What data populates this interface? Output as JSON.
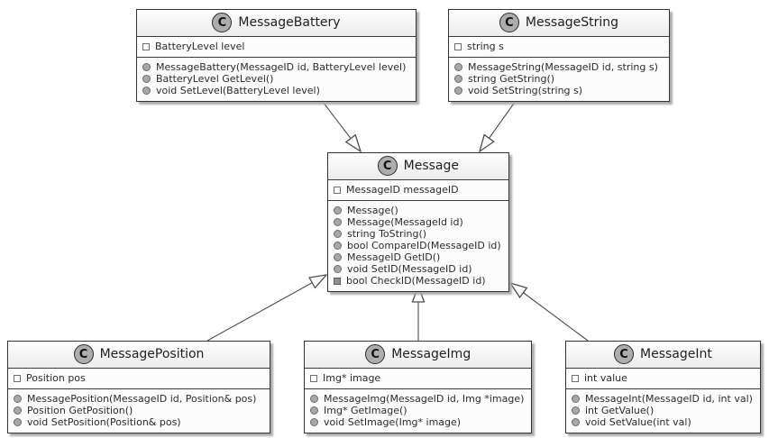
{
  "diagram": {
    "type": "uml-class-diagram",
    "classes": [
      {
        "name": "MessageBattery",
        "badge": "C",
        "fields": [
          {
            "icon": "field-square",
            "text": "BatteryLevel level"
          }
        ],
        "methods": [
          {
            "icon": "public-circle",
            "text": "MessageBattery(MessageID id, BatteryLevel level)"
          },
          {
            "icon": "public-circle",
            "text": "BatteryLevel GetLevel()"
          },
          {
            "icon": "public-circle",
            "text": "void SetLevel(BatteryLevel level)"
          }
        ]
      },
      {
        "name": "MessageString",
        "badge": "C",
        "fields": [
          {
            "icon": "field-square",
            "text": "string s"
          }
        ],
        "methods": [
          {
            "icon": "public-circle",
            "text": "MessageString(MessageID id, string s)"
          },
          {
            "icon": "public-circle",
            "text": "string GetString()"
          },
          {
            "icon": "public-circle",
            "text": "void SetString(string s)"
          }
        ]
      },
      {
        "name": "Message",
        "badge": "C",
        "fields": [
          {
            "icon": "field-square",
            "text": "MessageID messageID"
          }
        ],
        "methods": [
          {
            "icon": "public-circle",
            "text": "Message()"
          },
          {
            "icon": "public-circle",
            "text": "Message(MessageId id)"
          },
          {
            "icon": "public-circle",
            "text": "string ToString()"
          },
          {
            "icon": "public-circle",
            "text": "bool CompareID(MessageID id)"
          },
          {
            "icon": "public-circle",
            "text": "MessageID GetID()"
          },
          {
            "icon": "public-circle",
            "text": "void SetID(MessageID id)"
          },
          {
            "icon": "private-square",
            "text": "bool CheckID(MessageID id)"
          }
        ]
      },
      {
        "name": "MessagePosition",
        "badge": "C",
        "fields": [
          {
            "icon": "field-square",
            "text": "Position pos"
          }
        ],
        "methods": [
          {
            "icon": "public-circle",
            "text": "MessagePosition(MessageID id, Position& pos)"
          },
          {
            "icon": "public-circle",
            "text": "Position GetPosition()"
          },
          {
            "icon": "public-circle",
            "text": "void SetPosition(Position& pos)"
          }
        ]
      },
      {
        "name": "MessageImg",
        "badge": "C",
        "fields": [
          {
            "icon": "field-square",
            "text": "Img* image"
          }
        ],
        "methods": [
          {
            "icon": "public-circle",
            "text": "MessageImg(MessageID id, Img *image)"
          },
          {
            "icon": "public-circle",
            "text": "Img* GetImage()"
          },
          {
            "icon": "public-circle",
            "text": "void SetImage(Img* image)"
          }
        ]
      },
      {
        "name": "MessageInt",
        "badge": "C",
        "fields": [
          {
            "icon": "field-square",
            "text": "int value"
          }
        ],
        "methods": [
          {
            "icon": "public-circle",
            "text": "MessageInt(MessageID id, int val)"
          },
          {
            "icon": "public-circle",
            "text": "int GetValue()"
          },
          {
            "icon": "public-circle",
            "text": "void SetValue(int val)"
          }
        ]
      }
    ],
    "relations": [
      {
        "from": "MessageBattery",
        "to": "Message",
        "type": "inheritance"
      },
      {
        "from": "MessageString",
        "to": "Message",
        "type": "inheritance"
      },
      {
        "from": "MessagePosition",
        "to": "Message",
        "type": "inheritance"
      },
      {
        "from": "MessageImg",
        "to": "Message",
        "type": "inheritance"
      },
      {
        "from": "MessageInt",
        "to": "Message",
        "type": "inheritance"
      }
    ],
    "colors": {
      "box_border": "#343434",
      "box_fill": "#fcfcfc",
      "header_gradient_top": "#fefefe",
      "header_gradient_bottom": "#ececec",
      "badge_fill": "#adadad",
      "arrow_line": "#4d4d4d",
      "text": "#2b2b2b",
      "shadow": "#ababab"
    }
  }
}
